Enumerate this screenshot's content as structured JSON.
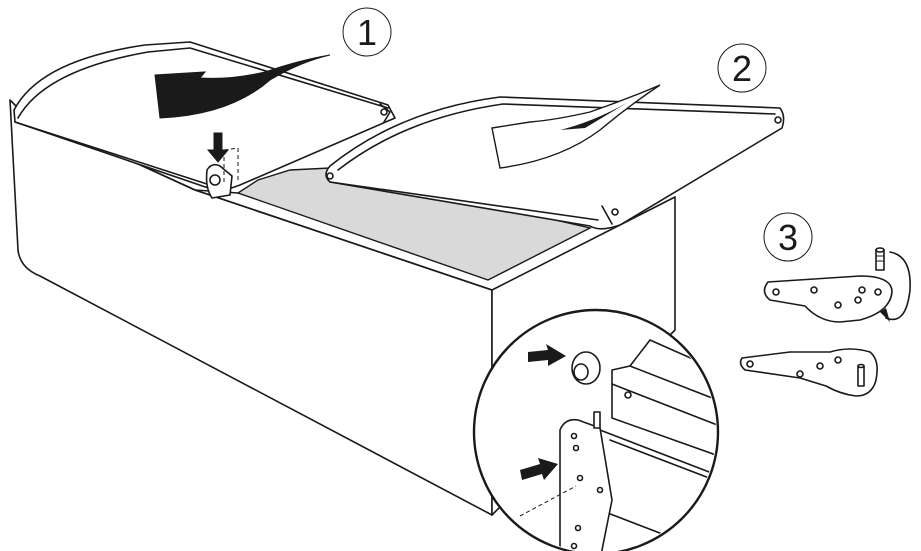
{
  "steps": [
    {
      "number": "1"
    },
    {
      "number": "2"
    },
    {
      "number": "3"
    }
  ],
  "colors": {
    "line": "#1a1a1a",
    "interior": "#d9d9d9",
    "background": "#ffffff"
  },
  "icons": [
    "rotate-lid-arrow",
    "push-down-arrow",
    "insert-arrow",
    "pin-swap-arrow"
  ]
}
